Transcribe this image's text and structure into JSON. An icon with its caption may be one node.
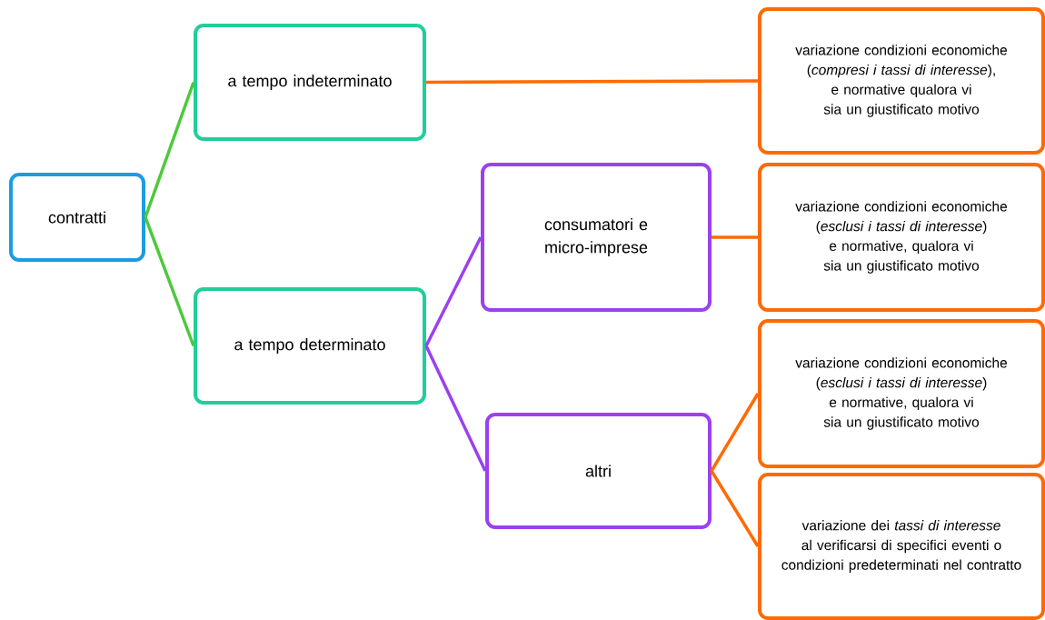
{
  "diagram": {
    "nodes": [
      {
        "text": [
          "contratti"
        ]
      },
      {
        "text": [
          "a tempo indeterminato"
        ]
      },
      {
        "text": [
          "a tempo determinato"
        ]
      },
      {
        "text": [
          "consumatori e micro-imprese"
        ]
      },
      {
        "text": [
          "altri"
        ]
      },
      {
        "text": [
          "variazione condizioni economiche (*compresi i tassi di interesse*), e normative qualora vi sia un giustificato motivo"
        ]
      },
      {
        "text": [
          "variazione condizioni economiche (*esclusi i tassi di interesse*) e normative, qualora vi sia un giustificato motivo"
        ]
      },
      {
        "text": [
          "variazione condizioni economiche (*esclusi i tassi di interesse*) e normative, qualora vi sia un giustificato motivo"
        ]
      },
      {
        "text": [
          "variazione dei *tassi di interesse* al verificarsi di specifici eventi o condizioni predeterminati nel contratto"
        ]
      }
    ],
    "edges": [
      {
        "from": 0,
        "to": 1,
        "arrow": "none",
        "color": "#4cc93a"
      },
      {
        "from": 0,
        "to": 2,
        "arrow": "none",
        "color": "#4cc93a"
      },
      {
        "from": 2,
        "to": 3,
        "arrow": "none",
        "color": "#9b40f0"
      },
      {
        "from": 2,
        "to": 4,
        "arrow": "none",
        "color": "#9b40f0"
      },
      {
        "from": 1,
        "to": 5,
        "arrow": "none"
      },
      {
        "from": 3,
        "to": 6,
        "arrow": "none"
      },
      {
        "from": 4,
        "to": 7,
        "arrow": "none"
      },
      {
        "from": 4,
        "to": 8,
        "arrow": "none"
      }
    ]
  }
}
